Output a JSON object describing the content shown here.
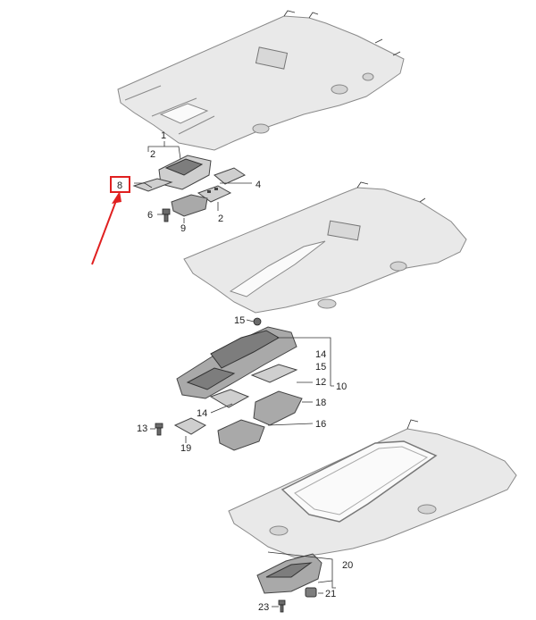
{
  "diagram": {
    "callouts": {
      "n1": "1",
      "n2a": "2",
      "n2b": "2",
      "n4": "4",
      "n6": "6",
      "n8": "8",
      "n9": "9",
      "n10": "10",
      "n12": "12",
      "n13": "13",
      "n14a": "14",
      "n14b": "14",
      "n15a": "15",
      "n15b": "15",
      "n16": "16",
      "n18": "18",
      "n19": "19",
      "n20": "20",
      "n21": "21",
      "n23": "23"
    },
    "highlight": {
      "label": "8",
      "color": "#e02020"
    },
    "colors": {
      "roof_fill": "#e9e9e9",
      "part_fill": "#cfcfcf",
      "line": "#333333"
    }
  }
}
